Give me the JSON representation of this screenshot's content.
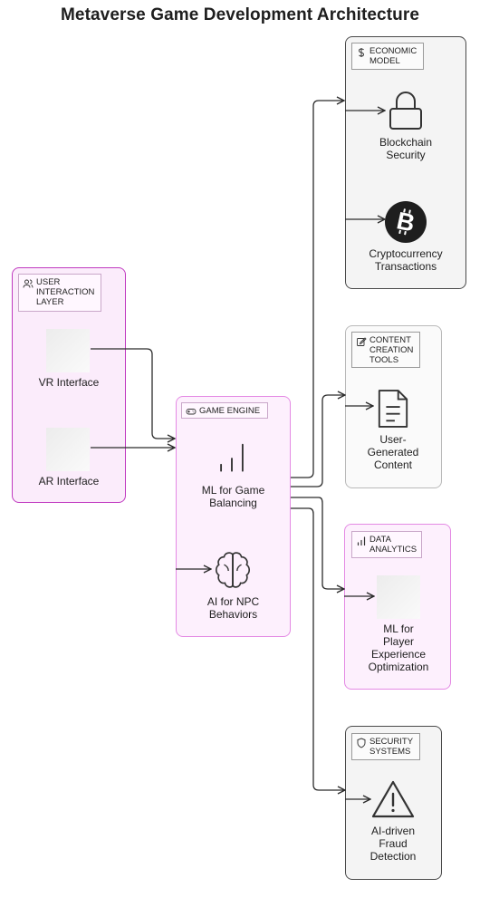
{
  "title": "Metaverse Game Development Architecture",
  "groups": {
    "user_interaction": {
      "label": "USER\nINTERACTION\nLAYER",
      "nodes": {
        "vr": "VR Interface",
        "ar": "AR Interface"
      }
    },
    "game_engine": {
      "label": "GAME ENGINE",
      "nodes": {
        "ml_balancing": "ML for Game\nBalancing",
        "ai_npc": "AI for NPC\nBehaviors"
      }
    },
    "economic_model": {
      "label": "ECONOMIC\nMODEL",
      "nodes": {
        "blockchain": "Blockchain\nSecurity",
        "crypto": "Cryptocurrency\nTransactions"
      }
    },
    "content_creation": {
      "label": "CONTENT\nCREATION\nTOOLS",
      "nodes": {
        "ugc": "User-\nGenerated\nContent"
      }
    },
    "data_analytics": {
      "label": "DATA\nANALYTICS",
      "nodes": {
        "ml_player": "ML for\nPlayer\nExperience\nOptimization"
      }
    },
    "security": {
      "label": "SECURITY\nSYSTEMS",
      "nodes": {
        "fraud": "AI-driven\nFraud\nDetection"
      }
    }
  },
  "icons": {
    "user_interaction": "users-icon",
    "game_engine": "gamepad-icon",
    "economic_model": "dollar-icon",
    "content_creation": "edit-icon",
    "data_analytics": "bar-chart-icon",
    "security": "shield-icon",
    "ml_balancing": "bar-chart-icon",
    "ai_npc": "brain-icon",
    "blockchain": "lock-icon",
    "crypto": "bitcoin-icon",
    "ugc": "document-icon",
    "fraud": "warning-icon"
  },
  "colors": {
    "pink_border": "#c03ac0",
    "pink_fill": "#fbecfb",
    "gray_border": "#4a4a4a",
    "gray_fill": "#f4f4f4"
  }
}
